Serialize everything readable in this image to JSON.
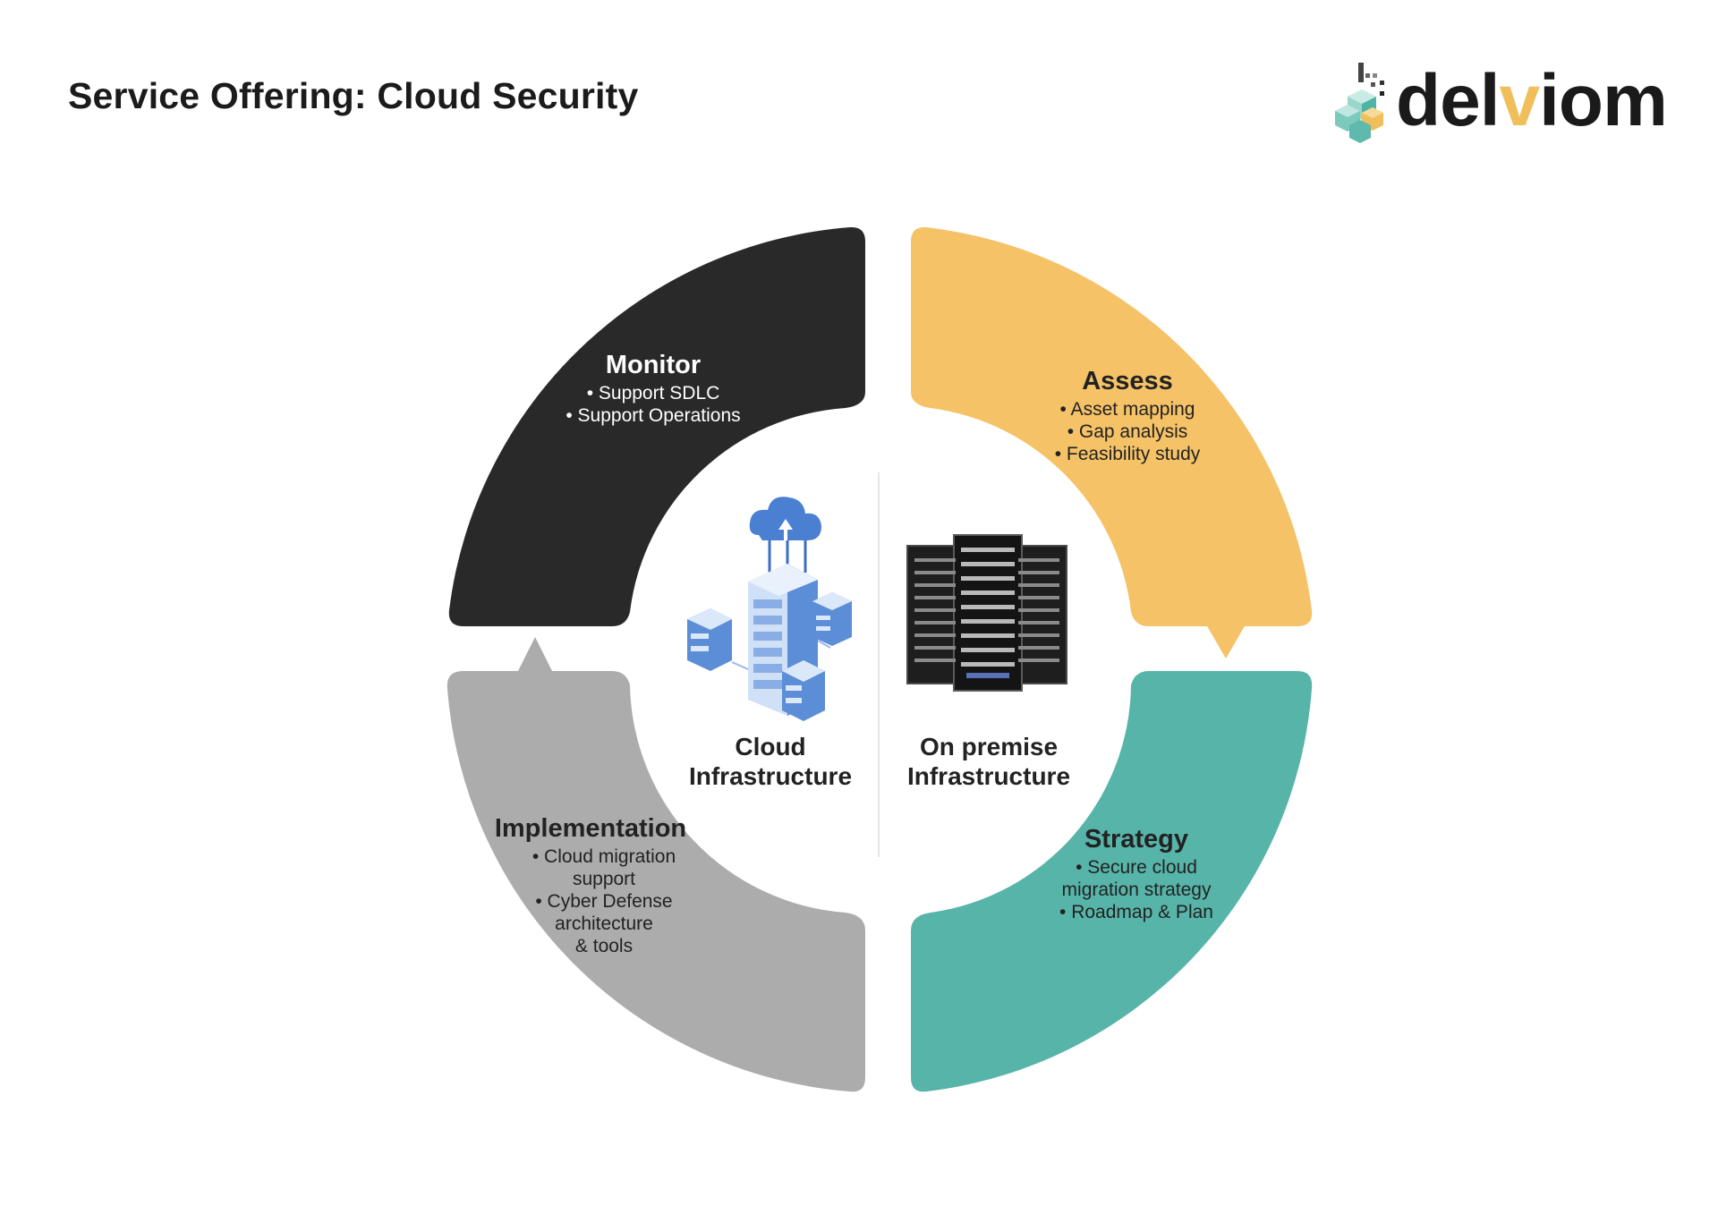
{
  "title": "Service Offering: Cloud Security",
  "logo": {
    "text_before": "del",
    "text_accent": "v",
    "text_after": "iom",
    "icon": "hexagon-cubes-icon",
    "accent_color": "#f0bf5c"
  },
  "segments": {
    "monitor": {
      "title": "Monitor",
      "lines": [
        "• Support SDLC",
        "• Support Operations"
      ],
      "color": "#292929"
    },
    "assess": {
      "title": "Assess",
      "lines": [
        "• Asset mapping",
        "• Gap analysis",
        "• Feasibility study"
      ],
      "color": "#f5c267"
    },
    "strategy": {
      "title": "Strategy",
      "lines": [
        "• Secure cloud",
        "migration strategy",
        "• Roadmap & Plan"
      ],
      "color": "#57b4a9"
    },
    "implementation": {
      "title": "Implementation",
      "lines": [
        "• Cloud migration",
        "support",
        "• Cyber Defense",
        "architecture",
        "& tools"
      ],
      "color": "#acacac"
    }
  },
  "center": {
    "left": {
      "label_line1": "Cloud",
      "label_line2": "Infrastructure",
      "icon": "cloud-server-icon"
    },
    "right": {
      "label_line1": "On premise",
      "label_line2": "Infrastructure",
      "icon": "server-rack-icon"
    }
  }
}
